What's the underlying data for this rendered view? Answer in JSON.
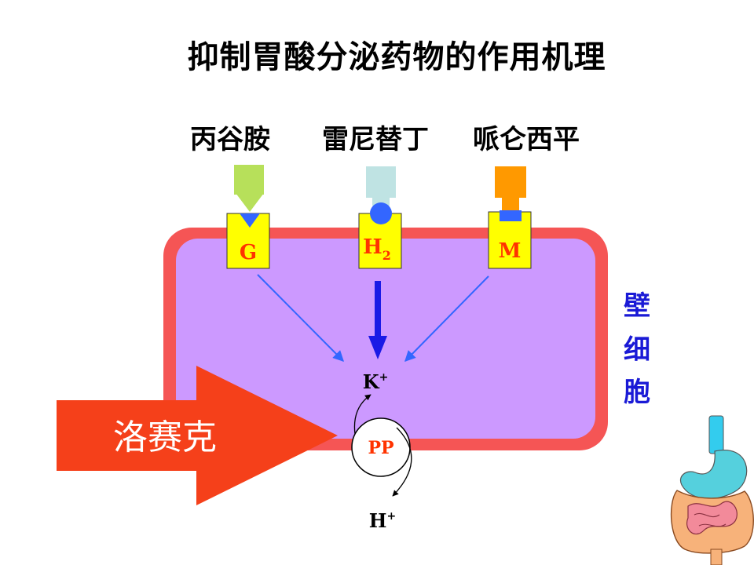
{
  "title": "抑制胃酸分泌药物的作用机理",
  "drugs": [
    "丙谷胺",
    "雷尼替丁",
    "哌仑西平"
  ],
  "receptors": {
    "g": "G",
    "h2_main": "H",
    "h2_sub": "2",
    "m": "M"
  },
  "ions": {
    "k_main": "K",
    "k_sup": "+",
    "h_main": "H",
    "h_sup": "+"
  },
  "pump": "PP",
  "inhibitor": "洛赛克",
  "cell": [
    "壁",
    "细",
    "胞"
  ],
  "colors": {
    "cell_border": "#f55555",
    "cell_fill": "#cc99ff",
    "receptor_fill": "#ffff00",
    "gastrin": "#b7e05a",
    "histamine": "#bfe3e3",
    "muscarinic": "#ff9900",
    "blue": "#3366ff",
    "arrow_red": "#f5401a",
    "text_red": "#ff3300",
    "cell_text": "#1a1ad6"
  }
}
